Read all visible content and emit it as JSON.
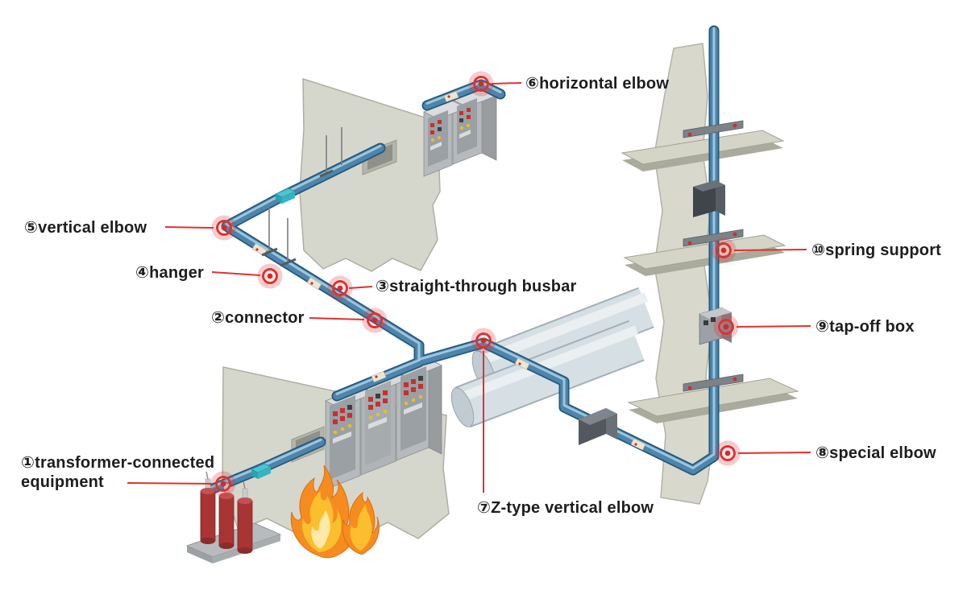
{
  "colors": {
    "accent_red": "#e0312f",
    "busbar_blue": "#4d85ac",
    "wall_gray": "#d6d7cc",
    "flame_orange": "#f68b1f"
  },
  "callouts": [
    {
      "num": "①",
      "label": "①transformer-connected\nequipment"
    },
    {
      "num": "②",
      "label": "②connector"
    },
    {
      "num": "③",
      "label": "③straight-through busbar"
    },
    {
      "num": "④",
      "label": "④hanger"
    },
    {
      "num": "⑤",
      "label": "⑤vertical elbow"
    },
    {
      "num": "⑥",
      "label": "⑥horizontal elbow"
    },
    {
      "num": "⑦",
      "label": "⑦Z-type vertical elbow"
    },
    {
      "num": "⑧",
      "label": "⑧special elbow"
    },
    {
      "num": "⑨",
      "label": "⑨tap-off box"
    },
    {
      "num": "⑩",
      "label": "⑩spring support"
    }
  ]
}
